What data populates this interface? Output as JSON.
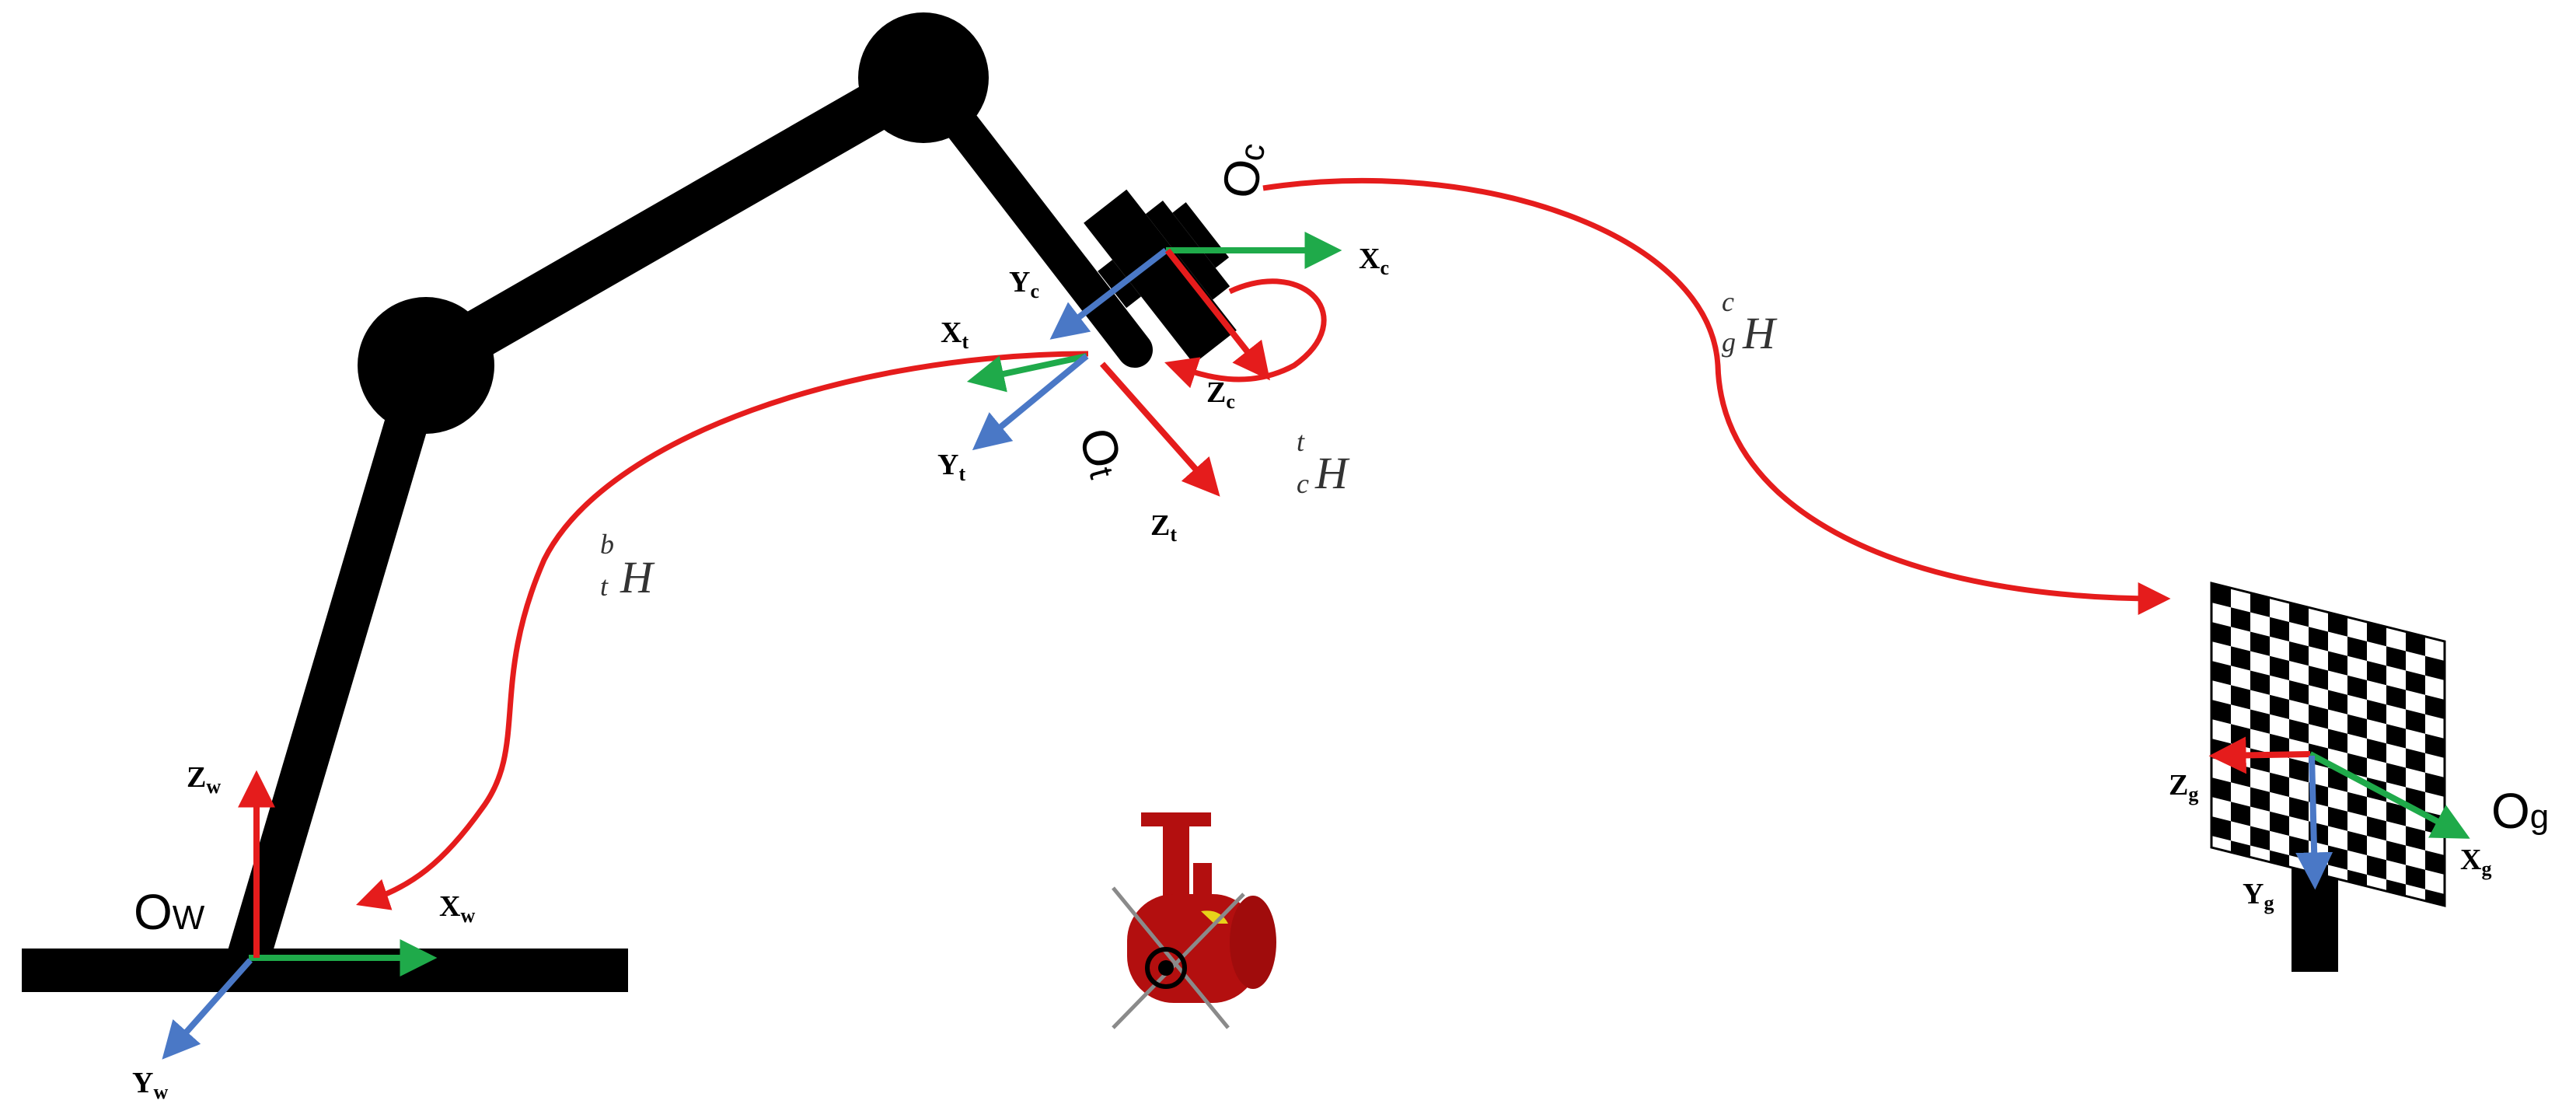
{
  "colors": {
    "robot": "#000000",
    "x_axis": "#1faa4a",
    "y_axis": "#4a78c6",
    "z_axis": "#e51c1c",
    "transform_arrow": "#e51c1c",
    "object_body": "#b30f0f",
    "object_accent": "#e8d21a",
    "cross": "#8a8a8a"
  },
  "frames": {
    "world": {
      "origin": "O",
      "origin_sub": "W",
      "x": "X",
      "x_sub": "w",
      "y": "Y",
      "y_sub": "w",
      "z": "Z",
      "z_sub": "w"
    },
    "tool": {
      "origin": "O",
      "origin_sub": "t",
      "x": "X",
      "x_sub": "t",
      "y": "Y",
      "y_sub": "t",
      "z": "Z",
      "z_sub": "t"
    },
    "camera": {
      "origin": "O",
      "origin_sub": "c",
      "x": "X",
      "x_sub": "c",
      "y": "Y",
      "y_sub": "c",
      "z": "Z",
      "z_sub": "c"
    },
    "grid": {
      "origin": "O",
      "origin_sub": "g",
      "x": "X",
      "x_sub": "g",
      "y": "Y",
      "y_sub": "g",
      "z": "Z",
      "z_sub": "g"
    }
  },
  "transforms": {
    "base_tool": {
      "sup": "b",
      "sub": "t",
      "symbol": "H"
    },
    "tool_camera": {
      "sup": "t",
      "sub": "c",
      "symbol": "H"
    },
    "camera_grid": {
      "sup": "c",
      "sub": "g",
      "symbol": "H"
    }
  }
}
